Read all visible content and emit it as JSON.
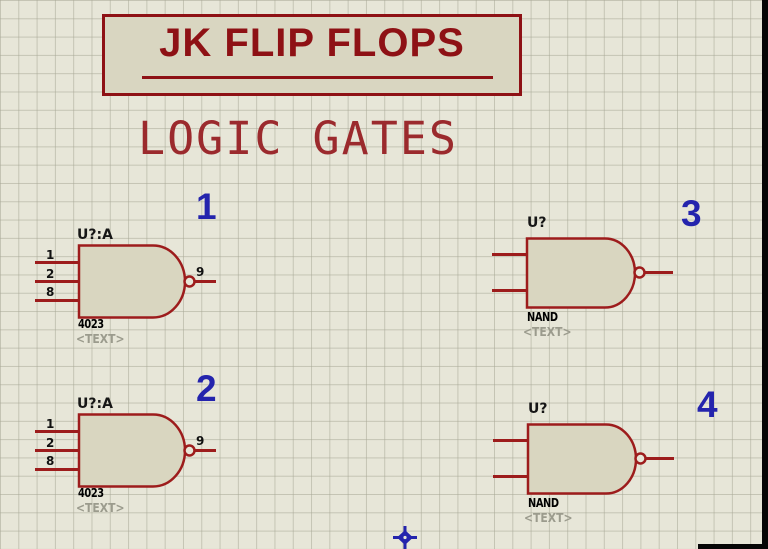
{
  "title_block": {
    "title": "JK FLIP FLOPS"
  },
  "heading": {
    "text": "LOGIC GATES"
  },
  "gates": [
    {
      "number": "1",
      "ref": "U?:A",
      "part": "4023",
      "placeholder": "<TEXT>",
      "pins": {
        "in1": "1",
        "in2": "2",
        "in3": "8",
        "out": "9"
      }
    },
    {
      "number": "2",
      "ref": "U?:A",
      "part": "4023",
      "placeholder": "<TEXT>",
      "pins": {
        "in1": "1",
        "in2": "2",
        "in3": "8",
        "out": "9"
      }
    },
    {
      "number": "3",
      "ref": "U?",
      "part": "NAND",
      "placeholder": "<TEXT>"
    },
    {
      "number": "4",
      "ref": "U?",
      "part": "NAND",
      "placeholder": "<TEXT>"
    }
  ],
  "colors": {
    "background": "#e7e6d8",
    "grid_line": "#b8b8a4",
    "component_outline": "#9d1c1c",
    "component_fill": "#d9d6c0",
    "title_red": "#8e1115",
    "annotation_blue": "#2424ad",
    "placeholder_gray": "#9b9b8d"
  }
}
